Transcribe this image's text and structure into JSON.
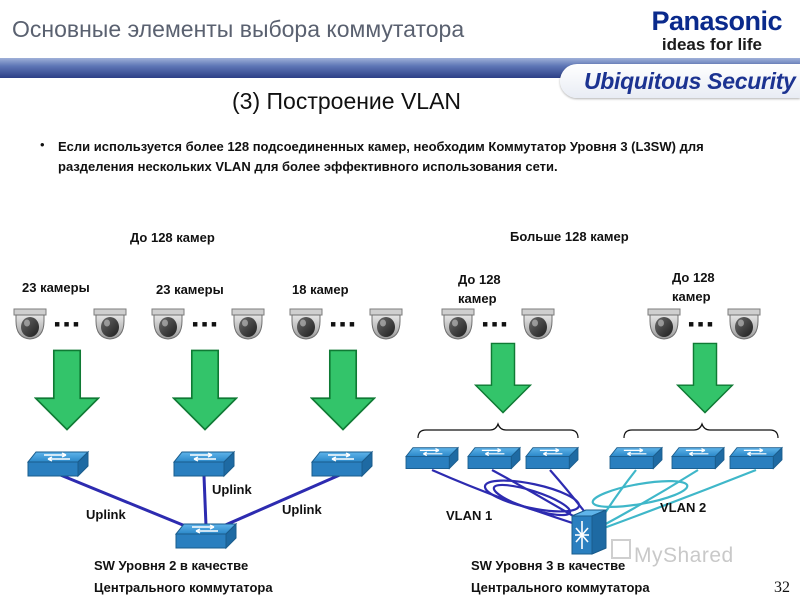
{
  "header": {
    "title": "Основные элементы выбора коммутатора",
    "brand_name": "Panasonic",
    "brand_tagline": "ideas for life",
    "badge": "Ubiquitous Security"
  },
  "slide": {
    "subtitle": "(3) Построение VLAN",
    "bullet": "Если используется более 128 подсоединенных камер, необходим Коммутатор Уровня 3 (L3SW) для разделения нескольких VLAN для более эффективного использования сети.",
    "page_number": "32"
  },
  "left": {
    "heading": "До 128 камер",
    "groups": [
      "23 камеры",
      "23 камеры",
      "18 камер"
    ],
    "uplinks": [
      "Uplink",
      "Uplink",
      "Uplink"
    ],
    "core_line1": "SW Уровня 2 в качестве",
    "core_line2": "Центрального коммутатора"
  },
  "right": {
    "heading": "Больше 128 камер",
    "group1": "До 128 камер",
    "group2": "До 128 камер",
    "vlan1": "VLAN 1",
    "vlan2": "VLAN 2",
    "core_line1": "SW Уровня 3 в качестве",
    "core_line2": "Центрального коммутатора"
  },
  "watermark": "MyShared",
  "colors": {
    "arrow": "#33c46a",
    "arrow_stroke": "#0f7a34",
    "switch": "#2a87c8",
    "link_blue": "#2d2bb0",
    "link_teal": "#3fb7c9",
    "header_bar": "#2c3f86",
    "brand": "#0a2a8c"
  }
}
